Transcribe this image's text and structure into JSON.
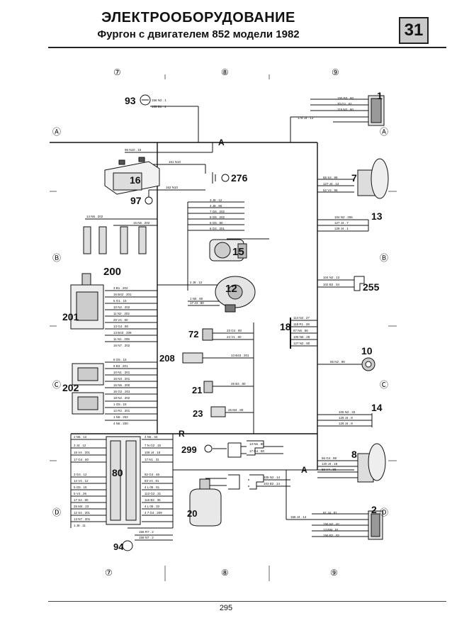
{
  "header": {
    "title": "ЭЛЕКТРООБОРУДОВАНИЕ",
    "subtitle": "Фургон с двигателем 852 модели 1982",
    "page_badge": "31"
  },
  "grid": {
    "columns": [
      "⑦",
      "⑧",
      "⑨"
    ],
    "rows": [
      "Ⓐ",
      "Ⓑ",
      "Ⓒ",
      "Ⓓ"
    ]
  },
  "buses": {
    "a_bus": "A",
    "r_bus": "R",
    "a_bus_right": "A"
  },
  "components": {
    "c1": "1",
    "c2": "2",
    "c7": "7",
    "c8": "8",
    "c10": "10",
    "c12": "12",
    "c13": "13",
    "c14": "14",
    "c15": "15",
    "c16": "16",
    "c18": "18",
    "c20": "20",
    "c21": "21",
    "c23": "23",
    "c72": "72",
    "c80": "80",
    "c93": "93",
    "c94": "94",
    "c97": "97",
    "c200": "200",
    "c201": "201",
    "c202": "202",
    "c208": "208",
    "c255": "255",
    "c276": "276",
    "c299": "299"
  },
  "footer": {
    "page_number": "295"
  }
}
